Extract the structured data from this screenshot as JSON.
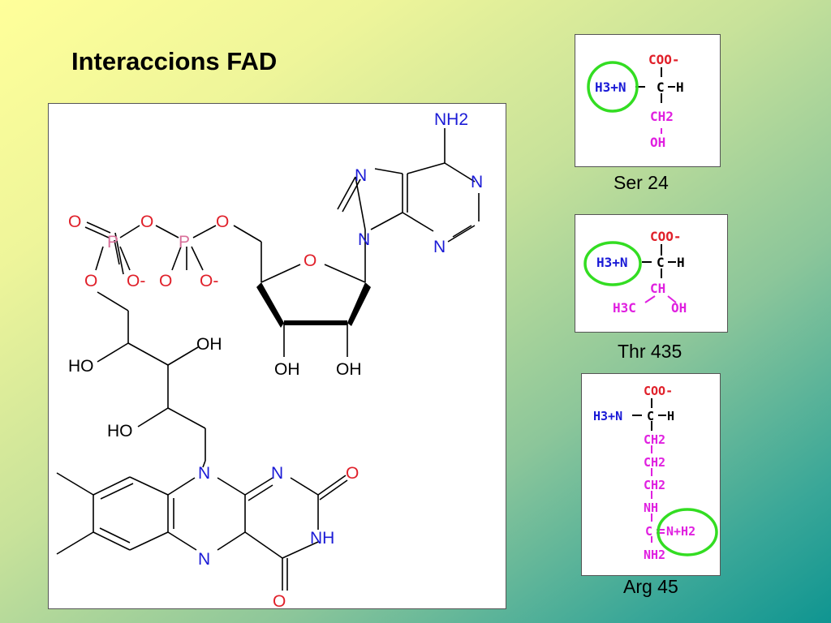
{
  "slide": {
    "title": "Interaccions FAD"
  },
  "fad": {
    "atoms": {
      "o": "O",
      "o_minus": "O-",
      "p": "P",
      "n": "N",
      "nh": "NH",
      "nh2": "NH2",
      "oh": "OH",
      "ho": "HO"
    }
  },
  "residues": [
    {
      "caption": "Ser 24",
      "backbone": {
        "carboxyl": "COO-",
        "amine": "H3+N",
        "alpha_c": "C",
        "h": "H"
      },
      "side_chain": [
        "CH2",
        "OH"
      ],
      "highlight": "H3+N"
    },
    {
      "caption": "Thr 435",
      "backbone": {
        "carboxyl": "COO-",
        "amine": "H3+N",
        "alpha_c": "C",
        "h": "H"
      },
      "side_chain": [
        "CH",
        "H3C",
        "OH"
      ],
      "highlight": "H3+N"
    },
    {
      "caption": "Arg 45",
      "backbone": {
        "carboxyl": "COO-",
        "amine": "H3+N",
        "alpha_c": "C",
        "h": "H"
      },
      "side_chain": [
        "CH2",
        "CH2",
        "CH2",
        "NH",
        "C",
        "N+H2",
        "NH2"
      ],
      "highlight": "N+H2"
    }
  ],
  "colors": {
    "oxygen": "#e0202a",
    "nitrogen": "#1a1ad6",
    "phosphorus": "#d9709a",
    "side_chain": "#e020e0",
    "highlight_ring": "#33dd22",
    "bond": "#000000"
  }
}
